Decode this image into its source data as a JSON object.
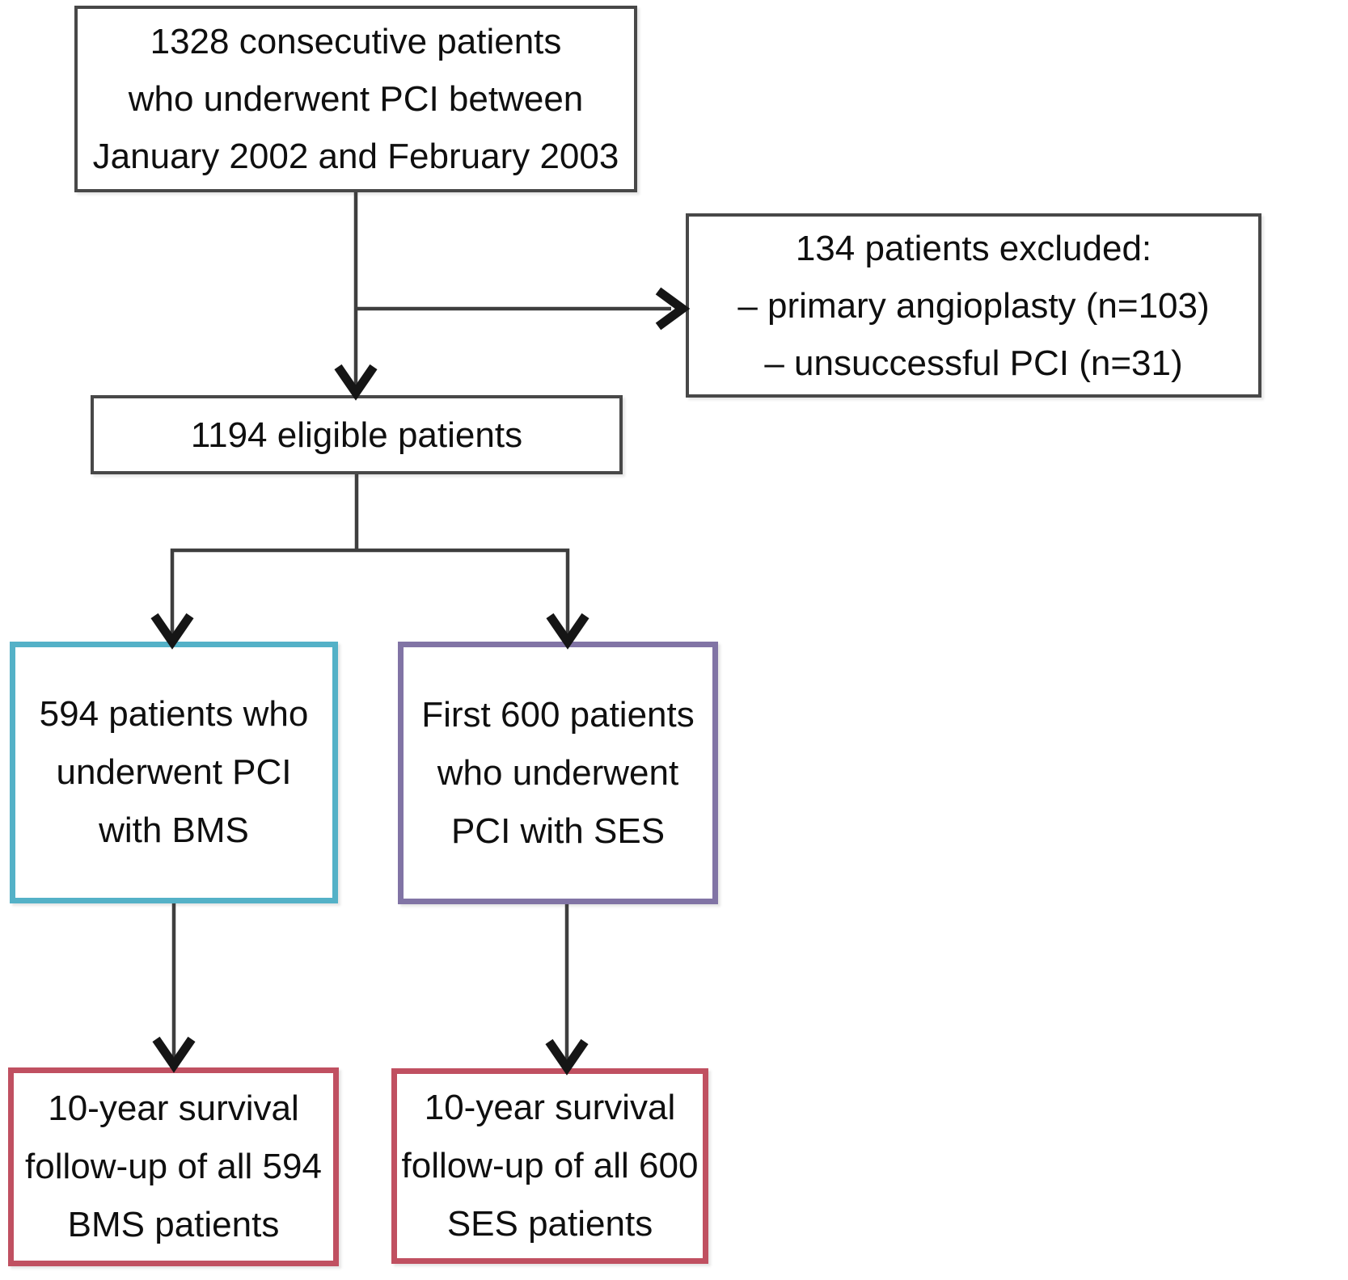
{
  "colors": {
    "connector": "#3e3e3e",
    "arrowhead": "#151515",
    "plain_border": "#484848",
    "bms_border": "#54b1c7",
    "ses_border": "#8174a5",
    "followup_border": "#c05061"
  },
  "boxes": {
    "consecutive": {
      "lines": [
        "1328 consecutive patients",
        "who underwent PCI between",
        "January 2002 and February 2003"
      ]
    },
    "excluded": {
      "lines": [
        "134 patients excluded:",
        "– primary angioplasty (n=103)",
        "– unsuccessful PCI (n=31)"
      ]
    },
    "eligible": {
      "lines": [
        "1194 eligible patients"
      ]
    },
    "bms": {
      "lines": [
        "594 patients who",
        "underwent PCI",
        "with BMS"
      ]
    },
    "ses": {
      "lines": [
        "First 600 patients",
        "who underwent",
        "PCI with SES"
      ]
    },
    "bms_followup": {
      "lines": [
        "10-year survival",
        "follow-up of all 594",
        "BMS patients"
      ]
    },
    "ses_followup": {
      "lines": [
        "10-year survival",
        "follow-up of all 600",
        "SES patients"
      ]
    }
  }
}
